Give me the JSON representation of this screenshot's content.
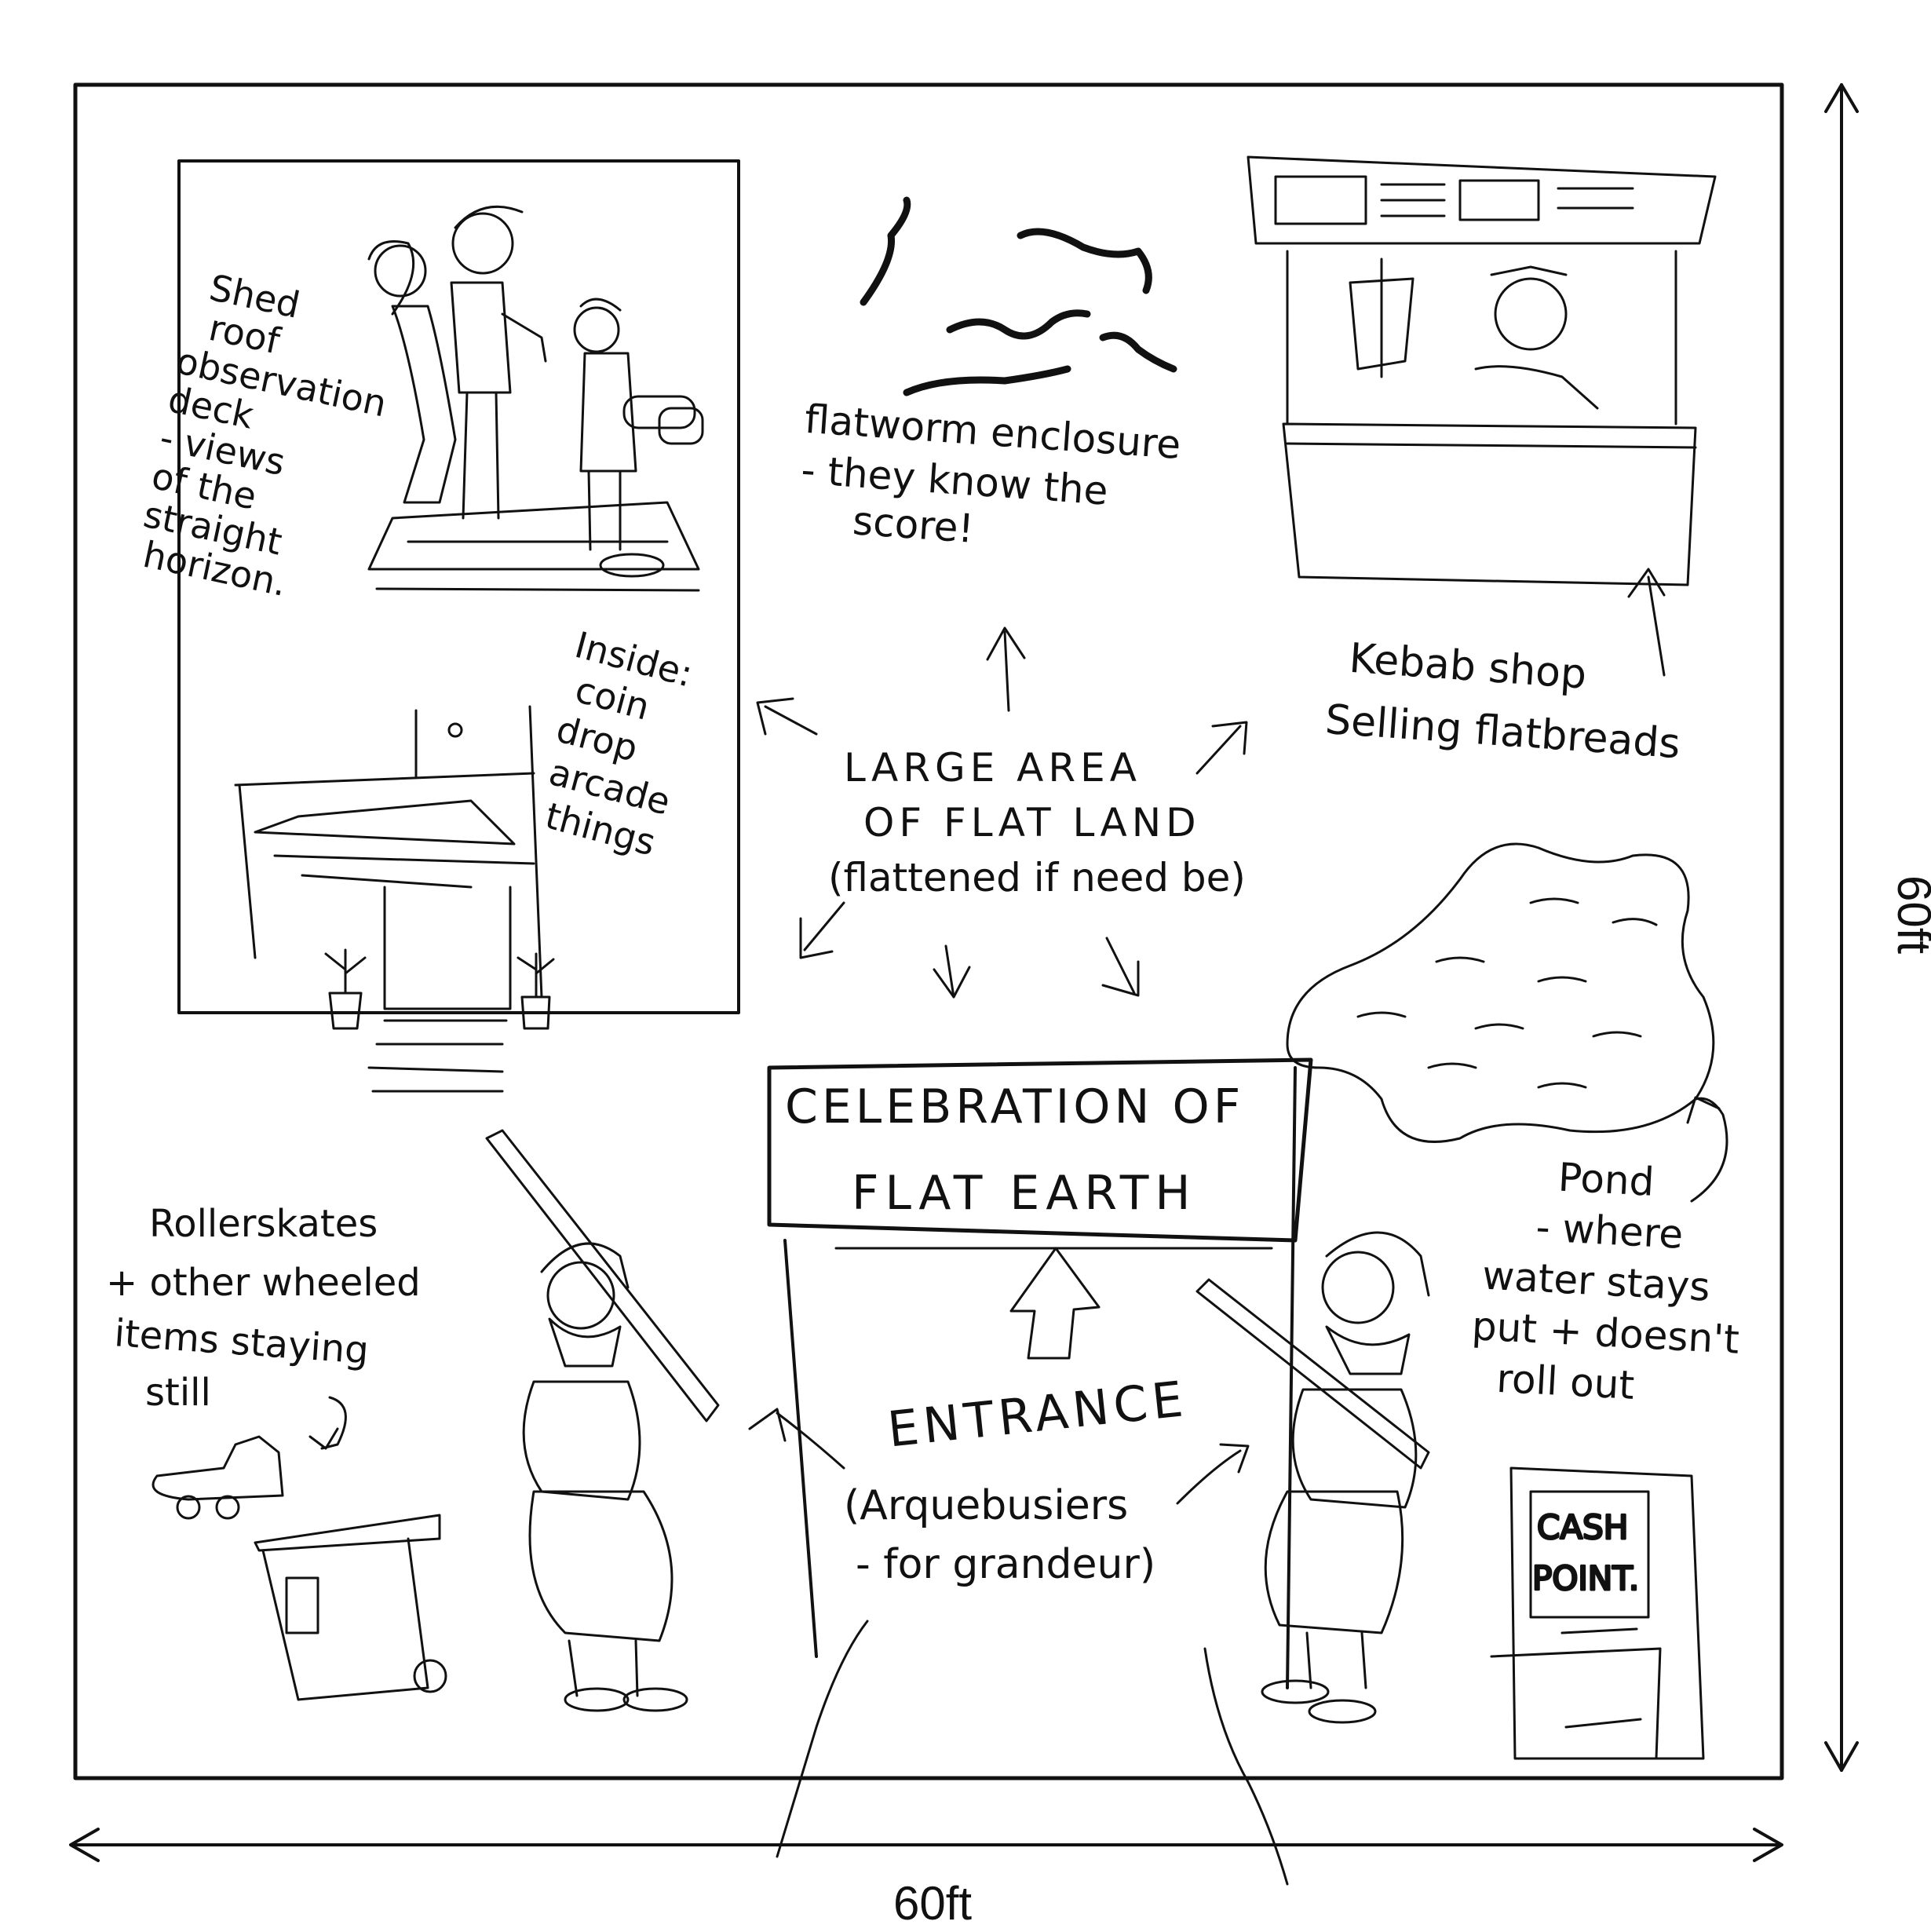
{
  "plan": {
    "width_label": "60ft",
    "height_label": "60ft"
  },
  "sections": {
    "shed": {
      "lines": [
        "Shed",
        "roof",
        "observation",
        "deck",
        "- views",
        "of the",
        "straight",
        "horizon."
      ]
    },
    "arcade": {
      "lines": [
        "Inside:",
        "coin",
        "drop",
        "arcade",
        "things"
      ]
    },
    "flatworm": {
      "lines": [
        "flatworm enclosure",
        "- they know the",
        "score!"
      ]
    },
    "kebab": {
      "lines": [
        "Kebab shop",
        "Selling flatbreads"
      ]
    },
    "flat_land": {
      "lines": [
        "LARGE AREA",
        "OF FLAT LAND",
        "(flattened if need be)"
      ]
    },
    "sign": {
      "lines": [
        "CELEBRATION OF",
        "FLAT EARTH"
      ]
    },
    "pond": {
      "lines": [
        "Pond",
        "- where",
        "water stays",
        "put + doesn't",
        "roll out"
      ]
    },
    "rollerskates": {
      "lines": [
        "Rollerskates",
        "+ other wheeled",
        "items staying",
        "still"
      ]
    },
    "entrance": {
      "title": "ENTRANCE",
      "lines": [
        "(Arquebusiers",
        "- for grandeur)"
      ]
    },
    "cashpoint": {
      "lines": [
        "CASH",
        "POINT."
      ]
    }
  }
}
